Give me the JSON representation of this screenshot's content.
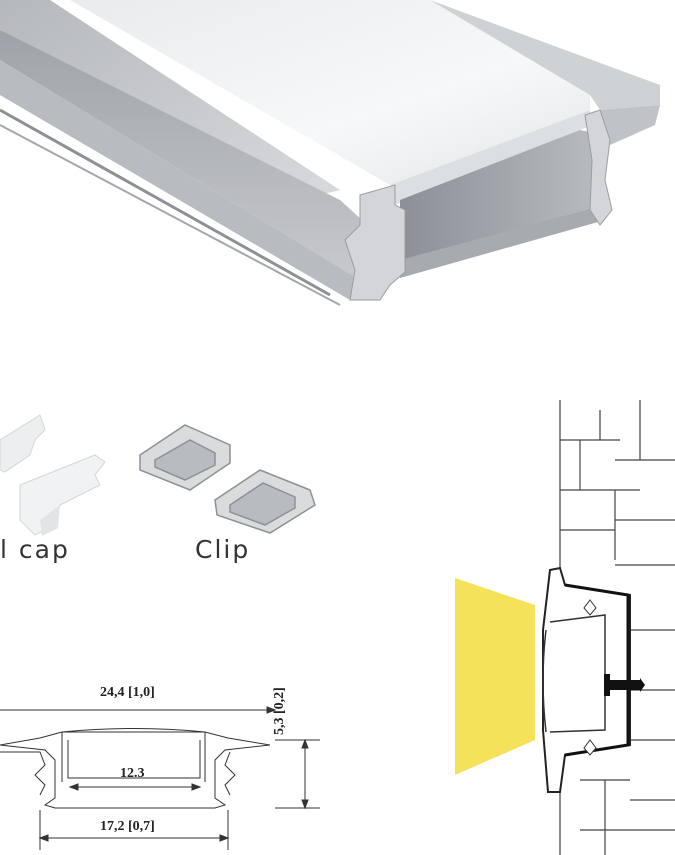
{
  "labels": {
    "end_cap": "l cap",
    "clip": "Clip"
  },
  "dimensions": {
    "width": "24,4 [1,0]",
    "height": "5,3 [0,2]",
    "inner_width": "12.3",
    "base_width": "17,2 [0,7]"
  },
  "colors": {
    "aluminum": "#c9ccd0",
    "diffuser": "#f2f3f4",
    "light": "#f3e25a",
    "line": "#333333"
  }
}
